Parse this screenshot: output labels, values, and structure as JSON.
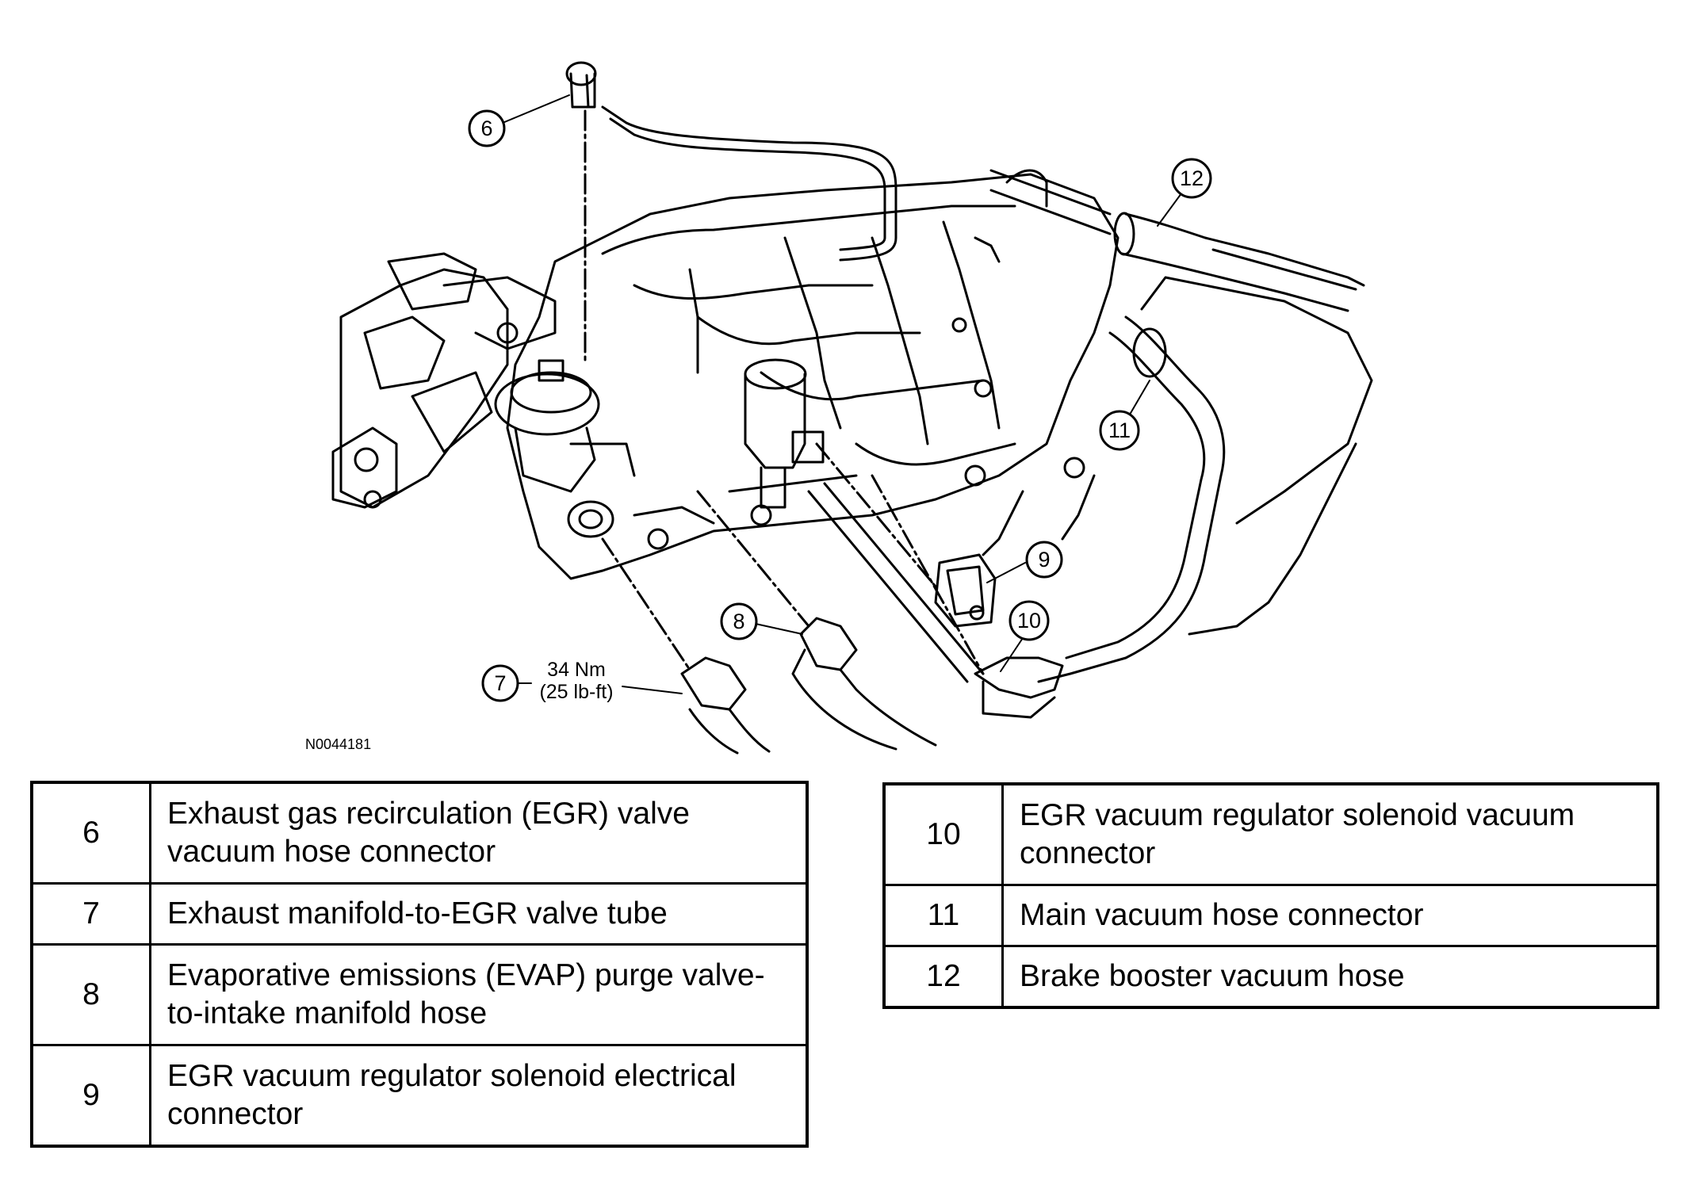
{
  "figure": {
    "figure_id": "N0044181",
    "torque_spec": {
      "metric": "34 Nm",
      "imperial": "(25 lb-ft)"
    },
    "callouts": [
      "6",
      "7",
      "8",
      "9",
      "10",
      "11",
      "12"
    ]
  },
  "legend": {
    "left": [
      {
        "num": "6",
        "text": "Exhaust gas recirculation (EGR) valve vacuum hose connector"
      },
      {
        "num": "7",
        "text": "Exhaust manifold-to-EGR valve tube"
      },
      {
        "num": "8",
        "text": "Evaporative emissions (EVAP) purge valve-to-intake manifold hose"
      },
      {
        "num": "9",
        "text": "EGR vacuum regulator solenoid electrical connector"
      }
    ],
    "right": [
      {
        "num": "10",
        "text": "EGR vacuum regulator solenoid vacuum connector"
      },
      {
        "num": "11",
        "text": "Main vacuum hose connector"
      },
      {
        "num": "12",
        "text": "Brake booster vacuum hose"
      }
    ]
  }
}
